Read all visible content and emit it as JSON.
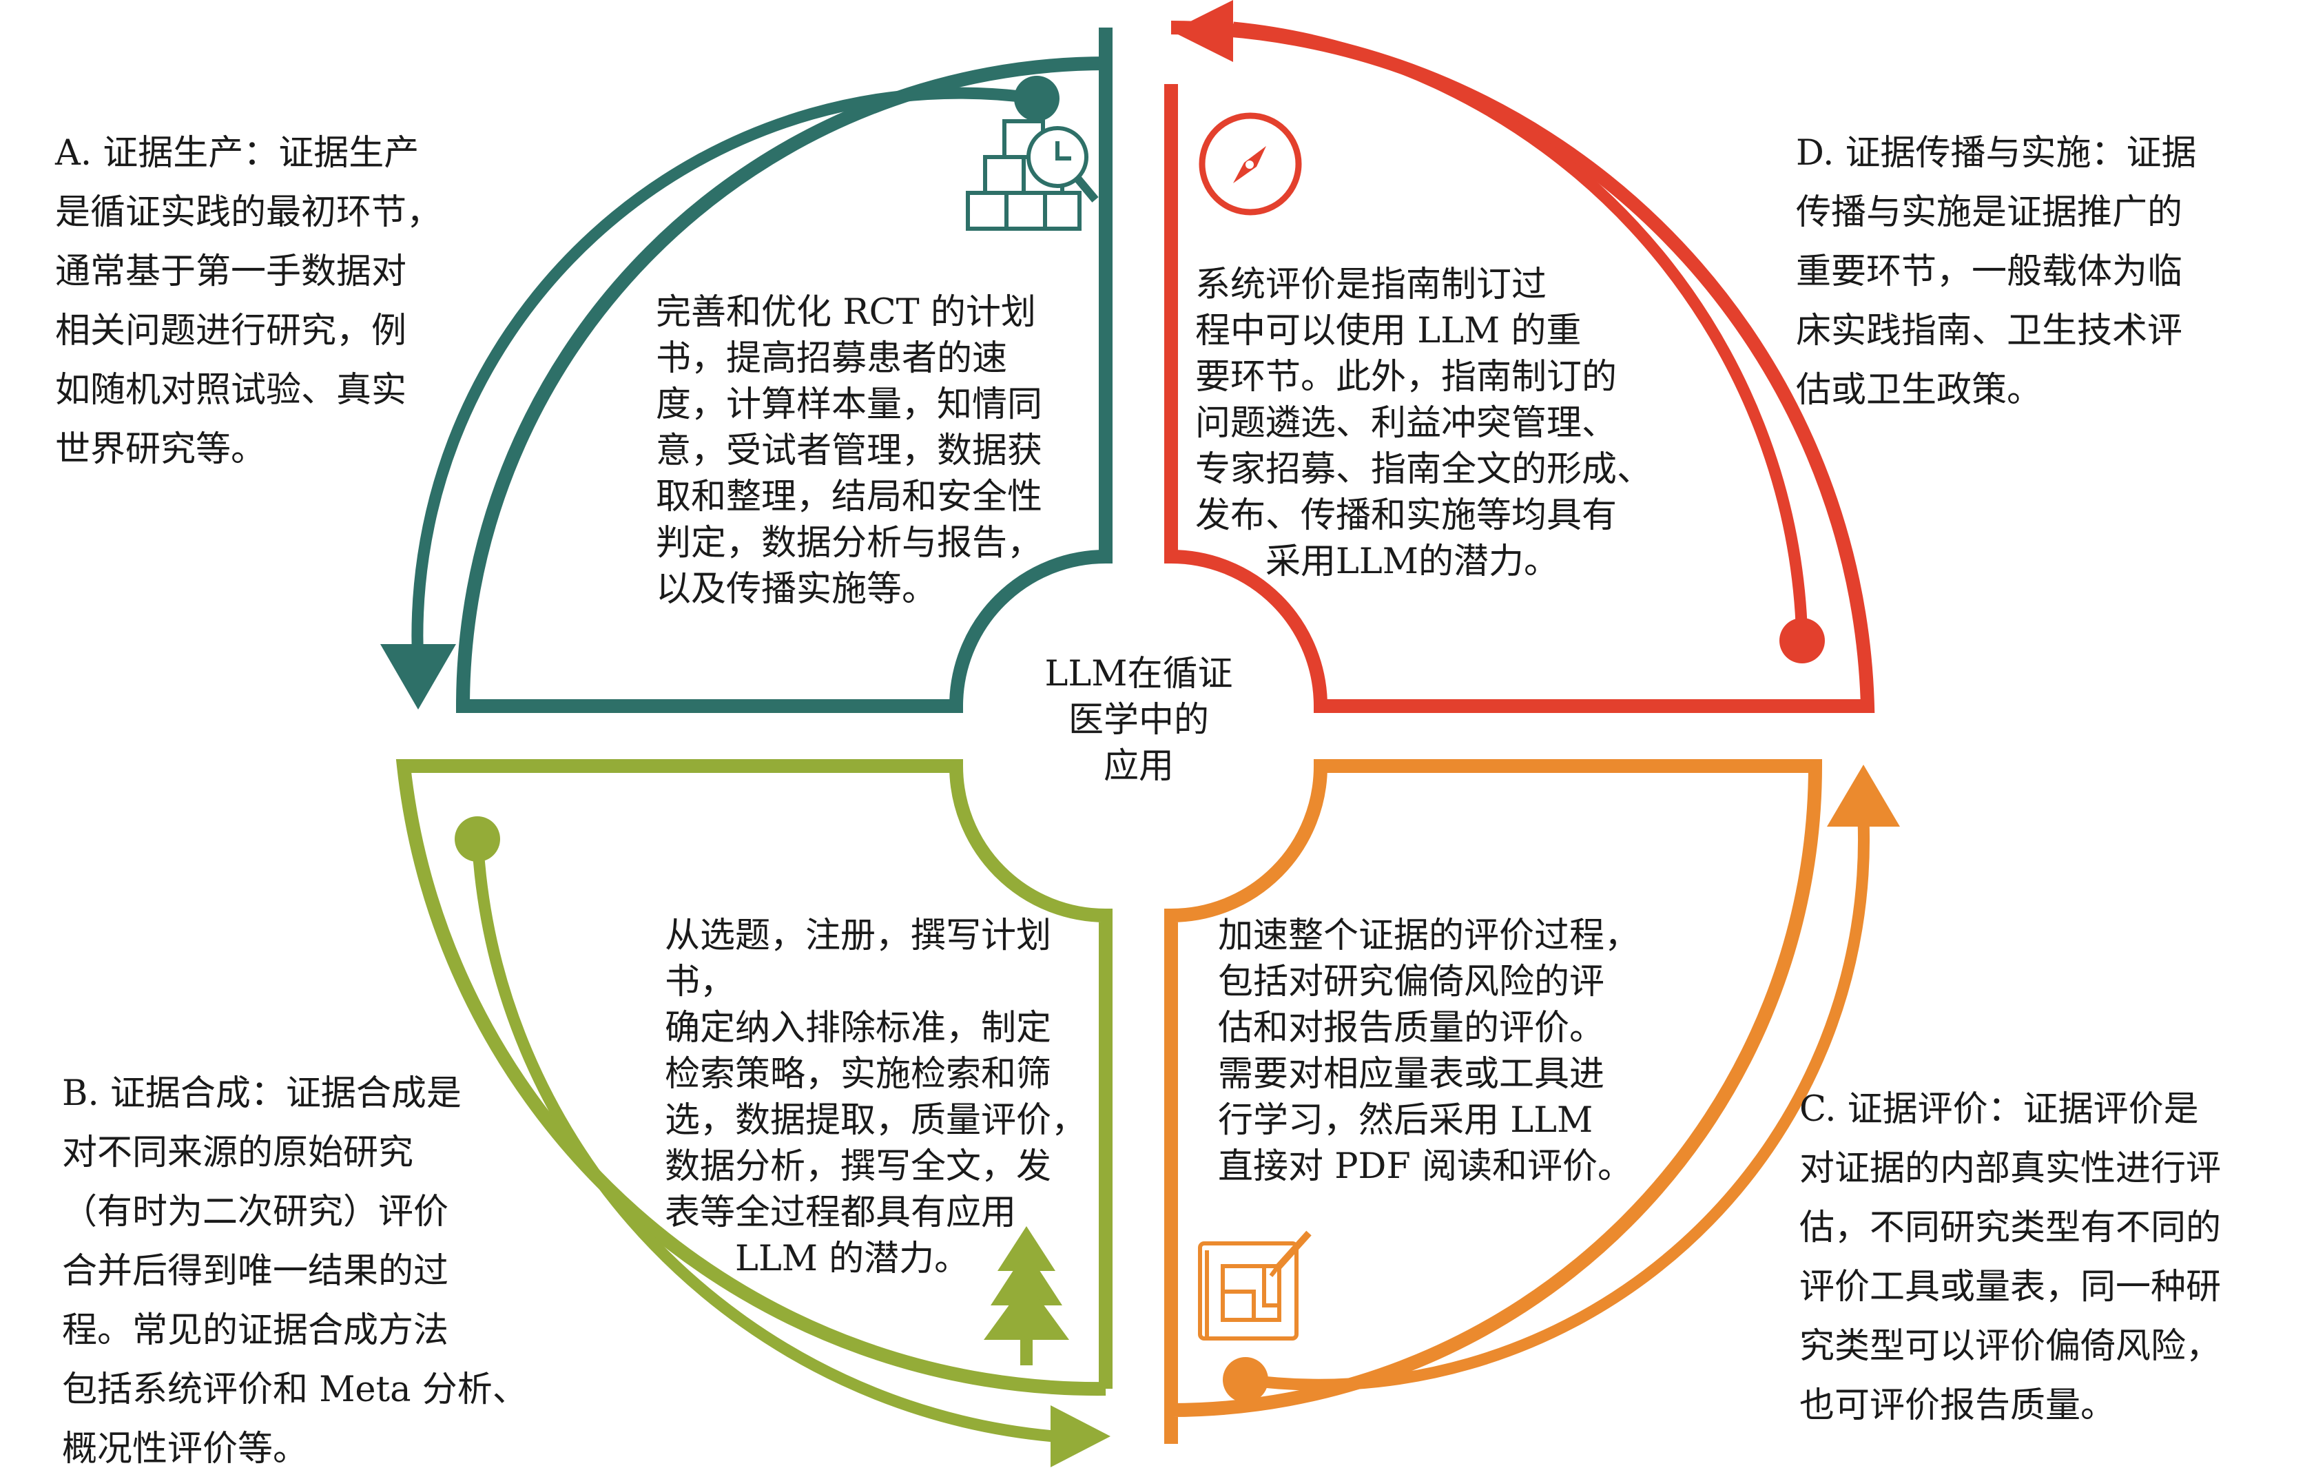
{
  "center": {
    "label": "LLM在循证\n医学中的\n应用"
  },
  "quadrants": {
    "A": {
      "side_text": "A. 证据生产：证据生产\n是循证实践的最初环节，\n通常基于第一手数据对\n相关问题进行研究，例\n如随机对照试验、真实\n世界研究等。",
      "inner_text": "完善和优化 RCT 的计划\n书，提高招募患者的速\n度，计算样本量，知情同\n意，受试者管理，数据获\n取和整理，结局和安全性\n判定，数据分析与报告，\n以及传播实施等。",
      "color": "#2e7068",
      "icon": "boxes-magnifier-clock-icon"
    },
    "D": {
      "side_text": "D. 证据传播与实施：证据\n传播与实施是证据推广的\n重要环节，一般载体为临\n床实践指南、卫生技术评\n估或卫生政策。",
      "inner_text": "系统评价是指南制订过\n程中可以使用 LLM 的重\n要环节。此外，指南制订的\n问题遴选、利益冲突管理、\n专家招募、指南全文的形成、\n发布、传播和实施等均具有\n　　采用LLM的潜力。",
      "color": "#e3402d",
      "icon": "compass-icon"
    },
    "B": {
      "side_text": "B. 证据合成：证据合成是\n对不同来源的原始研究\n（有时为二次研究）评价\n合并后得到唯一结果的过\n程。常见的证据合成方法\n包括系统评价和 Meta 分析、\n概况性评价等。",
      "inner_text": "从选题，注册，撰写计划书，\n确定纳入排除标准，制定\n检索策略，实施检索和筛\n选，数据提取，质量评价，\n数据分析，撰写全文，发\n表等全过程都具有应用\n　　LLM 的潜力。",
      "color": "#94ac38",
      "icon": "pine-tree-icon"
    },
    "C": {
      "side_text": "C. 证据评价：证据评价是\n对证据的内部真实性进行评\n估，不同研究类型有不同的\n评价工具或量表，同一种研\n究类型可以评价偏倚风险，\n也可评价报告质量。",
      "inner_text": "加速整个证据的评价过程，\n包括对研究偏倚风险的评\n估和对报告质量的评价。\n需要对相应量表或工具进\n行学习，然后采用 LLM\n直接对 PDF 阅读和评价。",
      "color": "#eb8a2e",
      "icon": "blueprint-pencil-icon"
    }
  }
}
